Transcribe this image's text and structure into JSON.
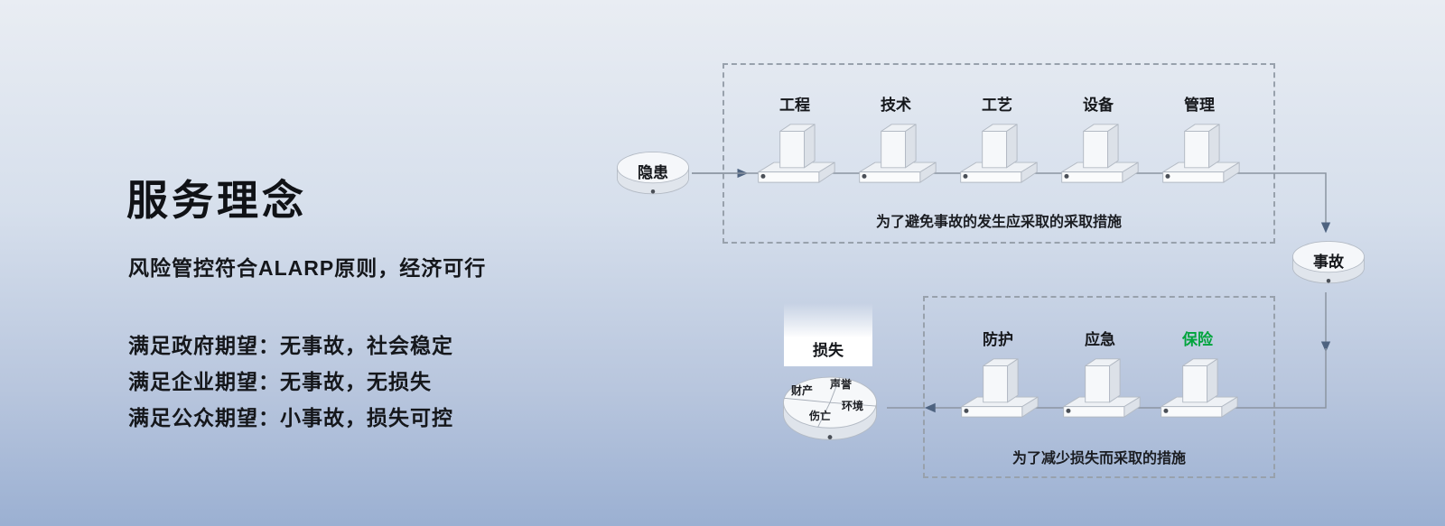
{
  "left_panel": {
    "title": "服务理念",
    "subtitle": "风险管控符合ALARP原则，经济可行",
    "expectations": [
      "满足政府期望：无事故，社会稳定",
      "满足企业期望：无事故，无损失",
      "满足公众期望：小事故，损失可控"
    ]
  },
  "diagram": {
    "hazard_label": "隐患",
    "accident_label": "事故",
    "loss_label": "损失",
    "top_box": {
      "blocks": [
        "工程",
        "技术",
        "工艺",
        "设备",
        "管理"
      ],
      "caption": "为了避免事故的发生应采取的采取措施"
    },
    "bottom_box": {
      "blocks": [
        {
          "label": "防护",
          "color": "#15171b"
        },
        {
          "label": "应急",
          "color": "#15171b"
        },
        {
          "label": "保险",
          "color": "#00a43d"
        }
      ],
      "caption": "为了减少损失而采取的措施"
    },
    "loss_slices": [
      "财产",
      "声誉",
      "伤亡",
      "环境"
    ]
  },
  "colors": {
    "background_top": "#e9edf3",
    "background_bottom": "#9bb0d2",
    "insurance_green": "#00a43d",
    "arrow": "#4e6380",
    "dashed_border": "#98a1ac"
  }
}
